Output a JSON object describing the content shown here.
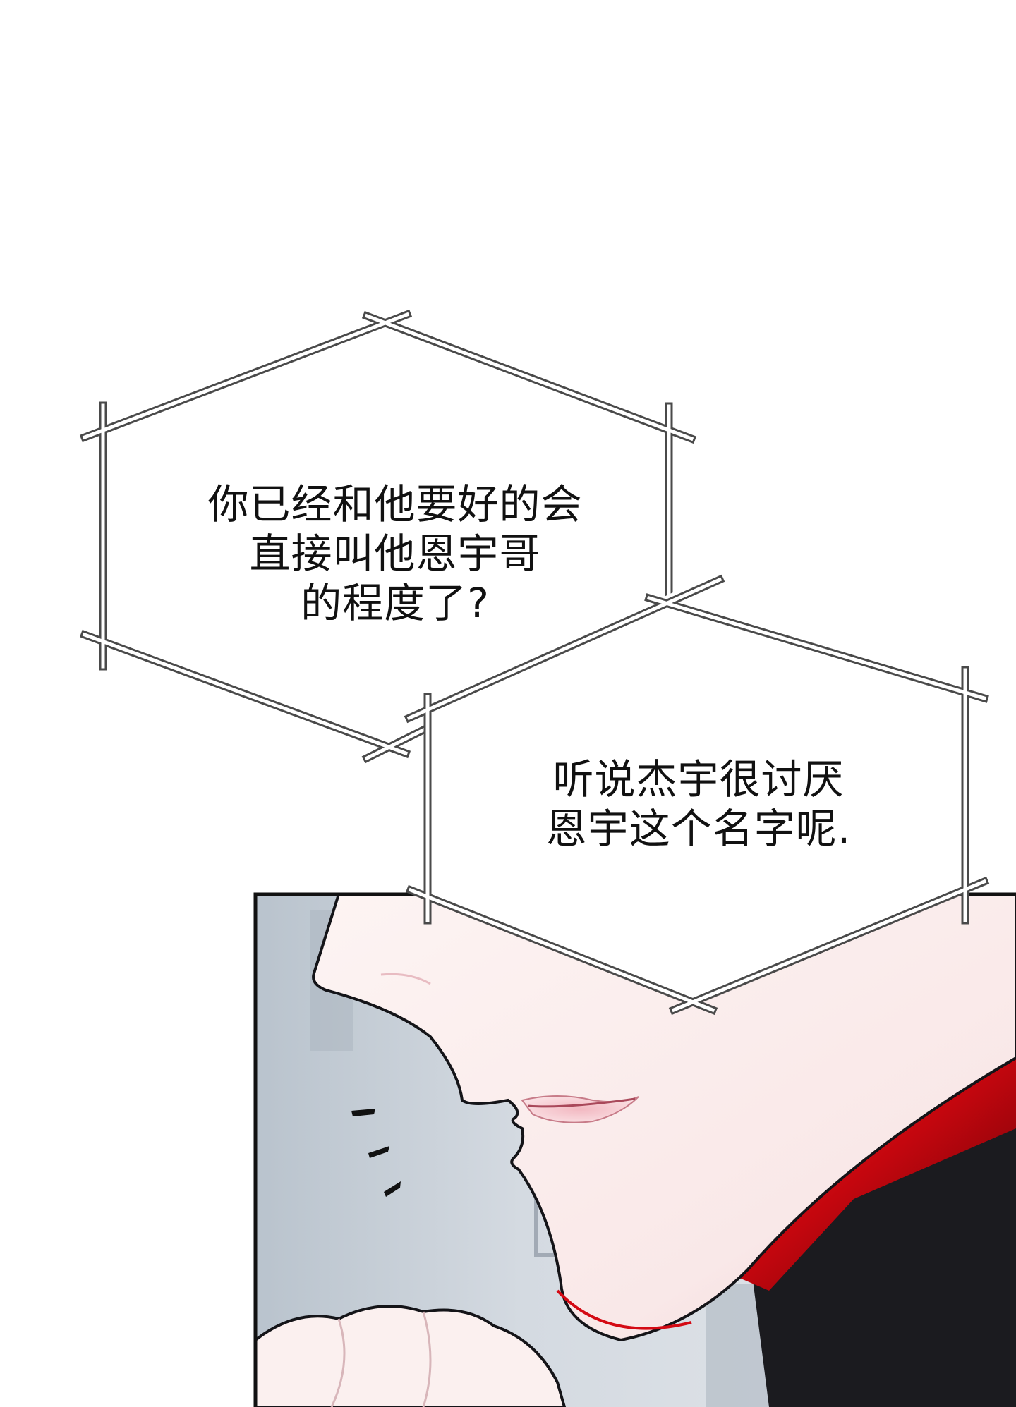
{
  "bubbles": [
    {
      "lines": [
        "你已经和他要好的会",
        "直接叫他恩宇哥",
        "的程度了?"
      ]
    },
    {
      "lines": [
        "听说杰宇很讨厌",
        "恩宇这个名字呢."
      ]
    }
  ],
  "colors": {
    "background": "#ffffff",
    "panel_border": "#111111",
    "skin": "#fbeeee",
    "lip": "#e7a8b2",
    "accent_red": "#d40a14",
    "clothing": "#1b1b1f",
    "backdrop": "#c9d0d8"
  }
}
